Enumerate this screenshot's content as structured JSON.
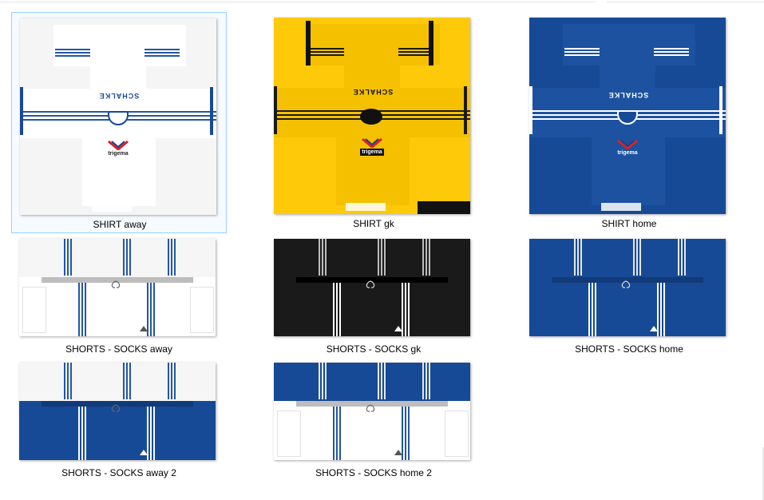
{
  "view": {
    "type": "large-icons",
    "selected_index": 0
  },
  "colors": {
    "selection_border": "#99d1ff",
    "kit_white": "#f4f4f4",
    "kit_blue": "#174a96",
    "kit_yellow": "#fec908",
    "kit_black": "#1a1a1a",
    "stripe_blue": "#2456a4"
  },
  "items": [
    {
      "name": "SHIRT away",
      "kind": "shirt",
      "variant": "away"
    },
    {
      "name": "SHIRT gk",
      "kind": "shirt",
      "variant": "gk"
    },
    {
      "name": "SHIRT home",
      "kind": "shirt",
      "variant": "home"
    },
    {
      "name": "SHORTS - SOCKS away",
      "kind": "shorts",
      "variant": "away"
    },
    {
      "name": "SHORTS - SOCKS gk",
      "kind": "shorts",
      "variant": "gk"
    },
    {
      "name": "SHORTS - SOCKS home",
      "kind": "shorts",
      "variant": "home"
    },
    {
      "name": "SHORTS - SOCKS away 2",
      "kind": "shorts",
      "variant": "away2"
    },
    {
      "name": "SHORTS - SOCKS home 2",
      "kind": "shorts",
      "variant": "home2"
    }
  ],
  "kit_text": {
    "club_word": "SCHALKE",
    "sponsor": "trigema"
  }
}
